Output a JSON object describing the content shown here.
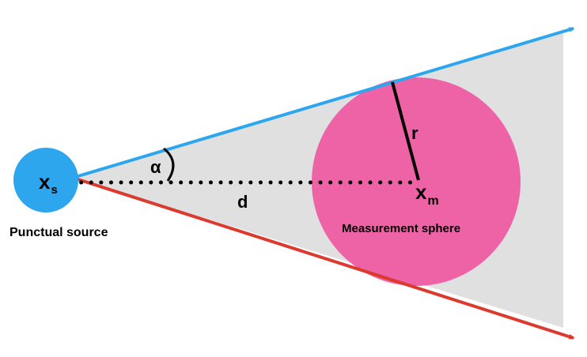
{
  "diagram": {
    "source_label": "Punctual source",
    "sphere_label": "Measurement sphere",
    "source_symbol": "x",
    "source_subscript": "s",
    "sphere_center_symbol": "x",
    "sphere_center_subscript": "m",
    "angle_label": "α",
    "distance_label": "d",
    "radius_label": "r"
  },
  "colors": {
    "cone_fill": "#e0e0e0",
    "upper_ray": "#2ea6ee",
    "lower_ray": "#dc3a2f",
    "source_fill": "#2ea6ee",
    "sphere_fill": "#ed63a6",
    "line": "#000000"
  }
}
